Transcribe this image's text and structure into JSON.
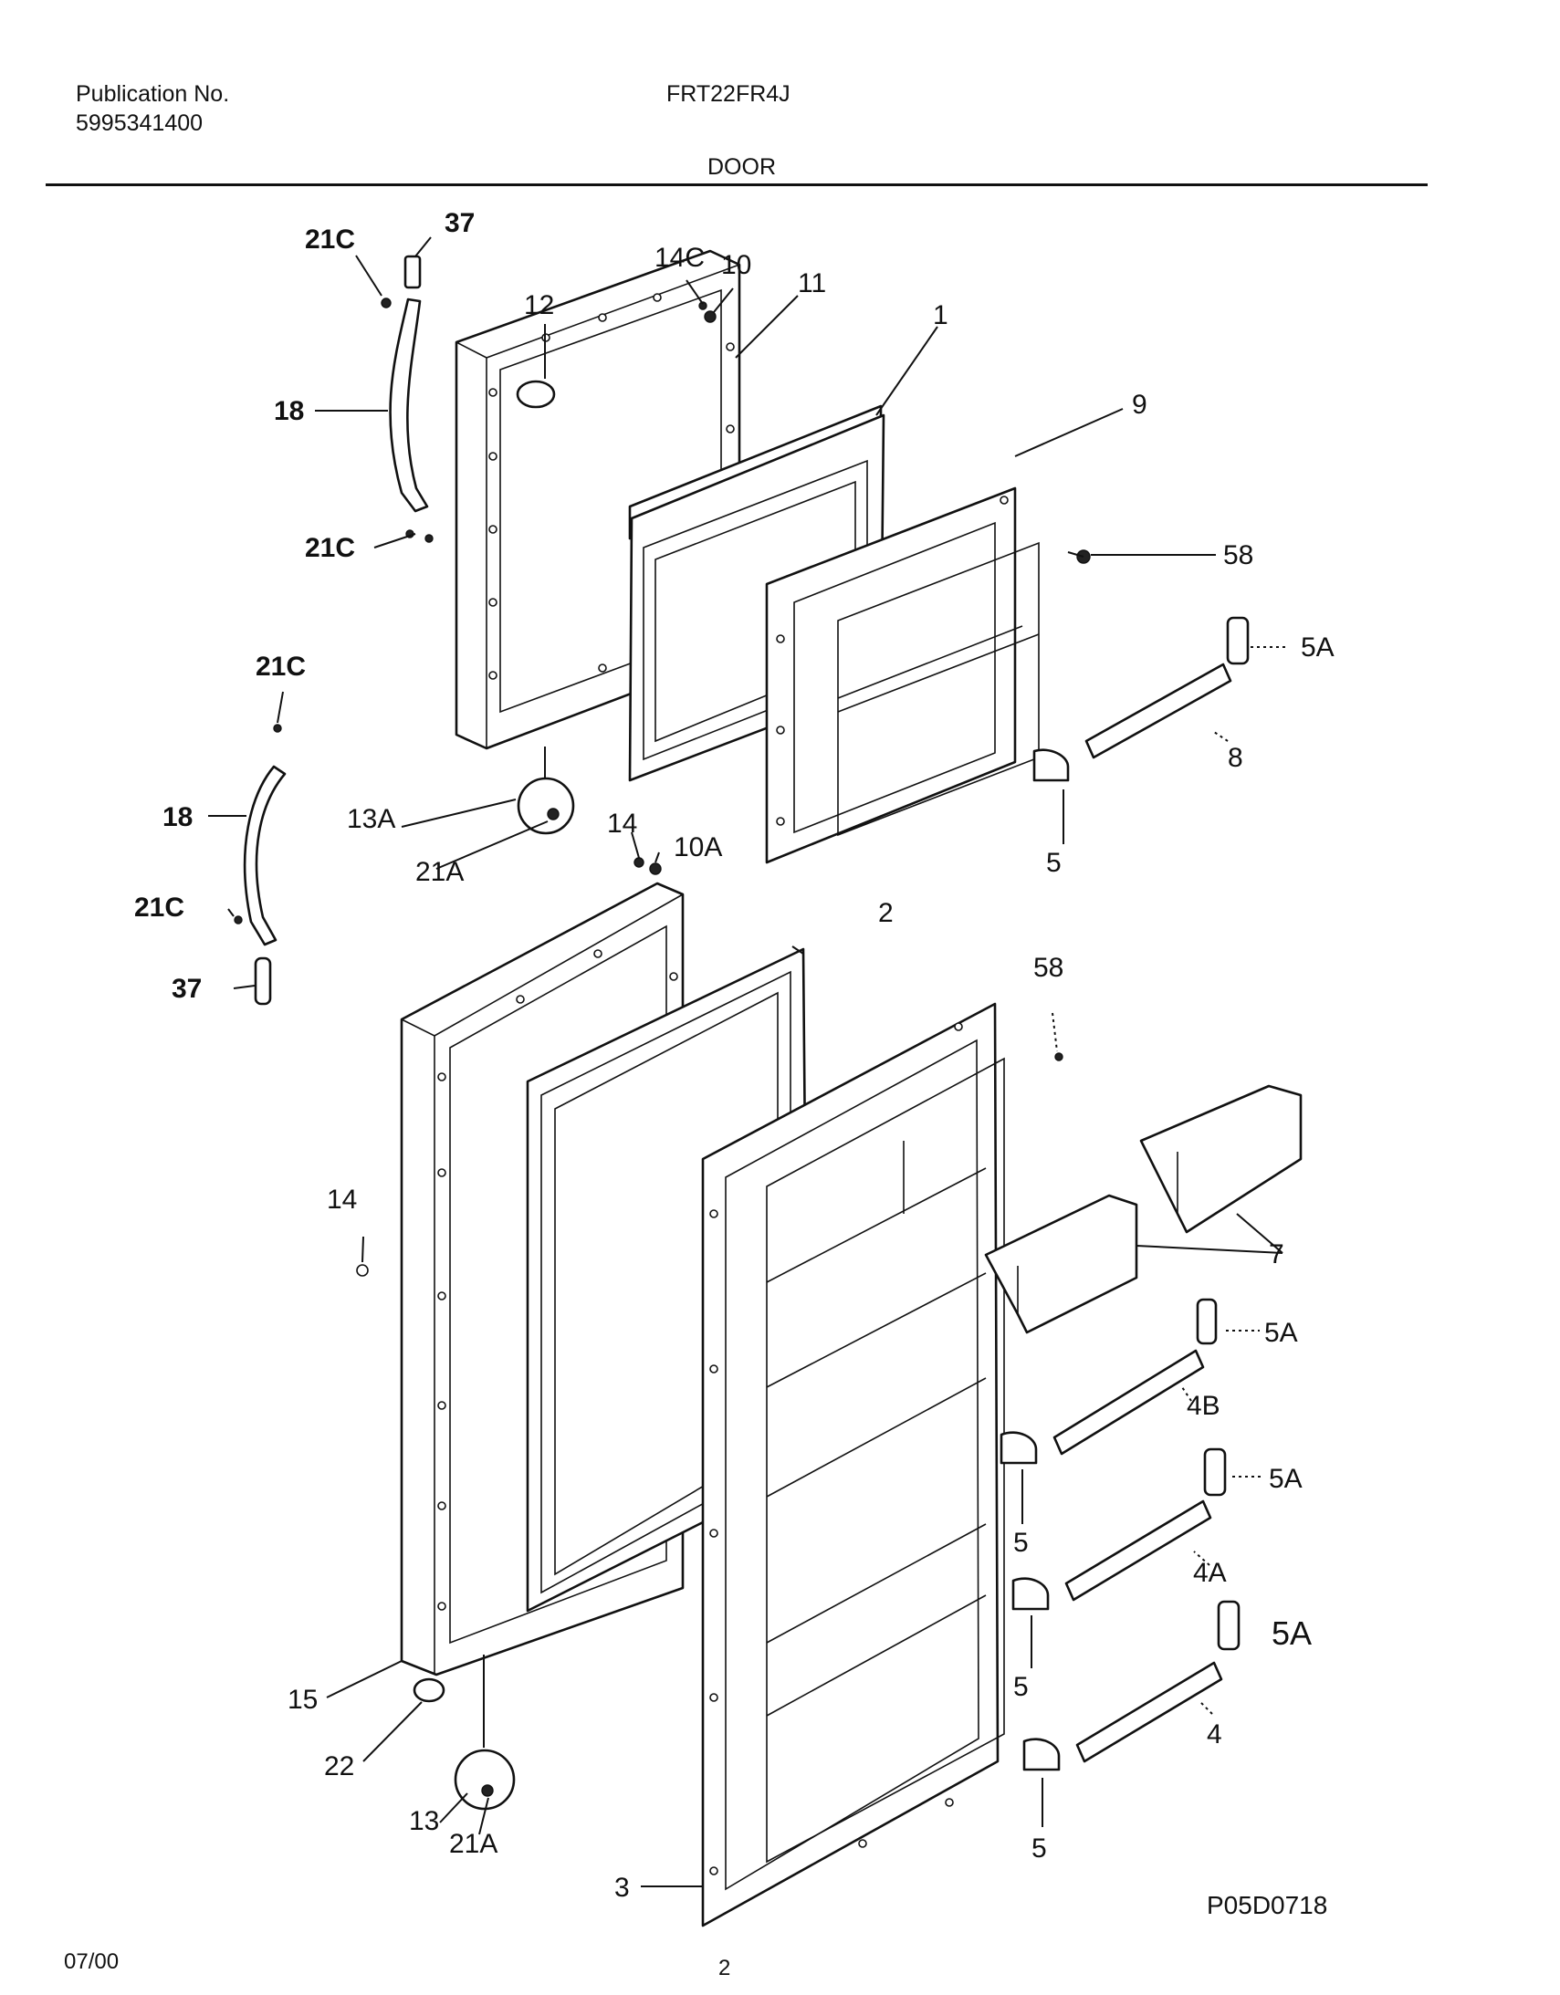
{
  "header": {
    "publication_label": "Publication No.",
    "publication_number": "5995341400",
    "model": "FRT22FR4J",
    "section": "DOOR"
  },
  "footer": {
    "date": "07/00",
    "page": "2",
    "drawing_code": "P05D0718"
  },
  "callouts": {
    "c21C_a": "21C",
    "c37_a": "37",
    "c18_a": "18",
    "c21C_b": "21C",
    "c12": "12",
    "c14C": "14C",
    "c10": "10",
    "c11": "11",
    "c1": "1",
    "c9": "9",
    "c58_a": "58",
    "c5A_a": "5A",
    "c8": "8",
    "c5_a": "5",
    "c21C_c": "21C",
    "c18_b": "18",
    "c13A": "13A",
    "c21A_a": "21A",
    "c14_a": "14",
    "c10A": "10A",
    "c21C_d": "21C",
    "c37_b": "37",
    "c2": "2",
    "c58_b": "58",
    "c14_b": "14",
    "c7": "7",
    "c5A_b": "5A",
    "c4B": "4B",
    "c5_b": "5",
    "c5A_c": "5A",
    "c4A": "4A",
    "c5_c": "5",
    "c5A_d": "5A",
    "c4": "4",
    "c5_d": "5",
    "c15": "15",
    "c22": "22",
    "c13": "13",
    "c21A_b": "21A",
    "c3": "3"
  }
}
